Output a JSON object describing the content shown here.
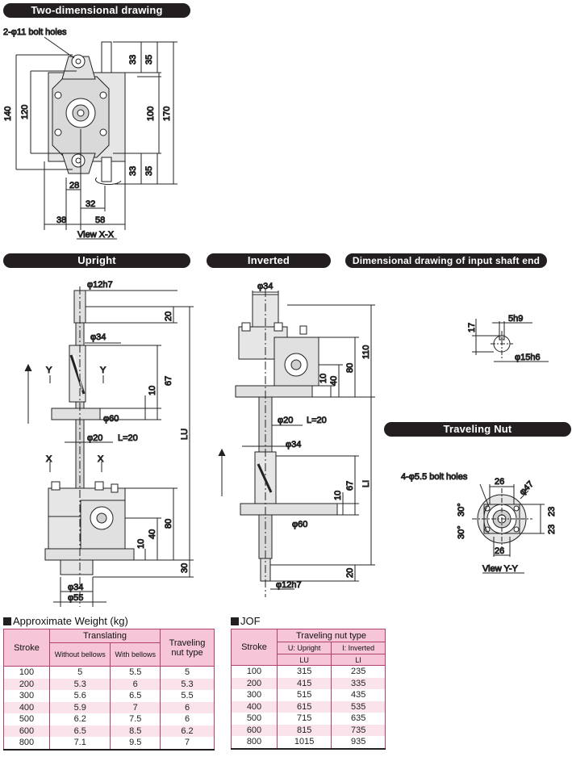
{
  "headers": {
    "two_dim": "Two-dimensional drawing",
    "upright": "Upright",
    "inverted": "Inverted",
    "input_shaft": "Dimensional drawing of input shaft end",
    "traveling_nut": "Traveling Nut"
  },
  "view_labels": {
    "view_xx": "View X-X",
    "view_yy": "View Y-Y"
  },
  "two_dim_dims": {
    "bolt_holes": "2-φ11 bolt holes",
    "d140": "140",
    "d120": "120",
    "d33a": "33",
    "d35a": "35",
    "d100": "100",
    "d170": "170",
    "d33b": "33",
    "d35b": "35",
    "d28": "28",
    "d32": "32",
    "d38": "38",
    "d58": "58"
  },
  "upright_dims": {
    "phi12h7": "φ12h7",
    "d20": "20",
    "phi34": "φ34",
    "d67": "67",
    "d10": "10",
    "phi60": "φ60",
    "phi20": "φ20",
    "L20": "L=20",
    "LU": "LU",
    "d80": "80",
    "d40": "40",
    "d10b": "10",
    "d30": "30",
    "phi34b": "φ34",
    "phi55": "φ55",
    "Y1": "Y",
    "Y2": "Y",
    "X1": "X",
    "X2": "X"
  },
  "inverted_dims": {
    "phi34": "φ34",
    "d110": "110",
    "d80": "80",
    "d40": "40",
    "d10": "10",
    "phi20": "φ20",
    "L20": "L=20",
    "phi34b": "φ34",
    "d67": "67",
    "d10b": "10",
    "LI": "LI",
    "phi60": "φ60",
    "d20": "20",
    "phi12h7": "φ12h7"
  },
  "shaft_dims": {
    "d5h9": "5h9",
    "d17": "17",
    "phi15h6": "φ15h6"
  },
  "nut_dims": {
    "bolt_holes": "4-φ5.5 bolt holes",
    "d26a": "26",
    "phi47": "φ47",
    "a30a": "30°",
    "a30b": "30°",
    "d23a": "23",
    "d23b": "23",
    "d26b": "26"
  },
  "weight_table": {
    "title": "Approximate Weight (kg)",
    "stroke_header": "Stroke",
    "translating_header": "Translating",
    "without_bellows": "Without bellows",
    "with_bellows": "With bellows",
    "traveling_header": "Traveling nut type",
    "rows": [
      [
        "100",
        "5",
        "5.5",
        "5"
      ],
      [
        "200",
        "5.3",
        "6",
        "5.3"
      ],
      [
        "300",
        "5.6",
        "6.5",
        "5.5"
      ],
      [
        "400",
        "5.9",
        "7",
        "6"
      ],
      [
        "500",
        "6.2",
        "7.5",
        "6"
      ],
      [
        "600",
        "6.5",
        "8.5",
        "6.2"
      ],
      [
        "800",
        "7.1",
        "9.5",
        "7"
      ]
    ]
  },
  "jof_table": {
    "title": "JOF",
    "stroke_header": "Stroke",
    "traveling_header": "Traveling nut type",
    "upright_header": "U: Upright",
    "inverted_header": "I: Inverted",
    "lu": "LU",
    "li": "LI",
    "rows": [
      [
        "100",
        "315",
        "235"
      ],
      [
        "200",
        "415",
        "335"
      ],
      [
        "300",
        "515",
        "435"
      ],
      [
        "400",
        "615",
        "535"
      ],
      [
        "500",
        "715",
        "635"
      ],
      [
        "600",
        "815",
        "735"
      ],
      [
        "800",
        "1015",
        "935"
      ]
    ]
  }
}
